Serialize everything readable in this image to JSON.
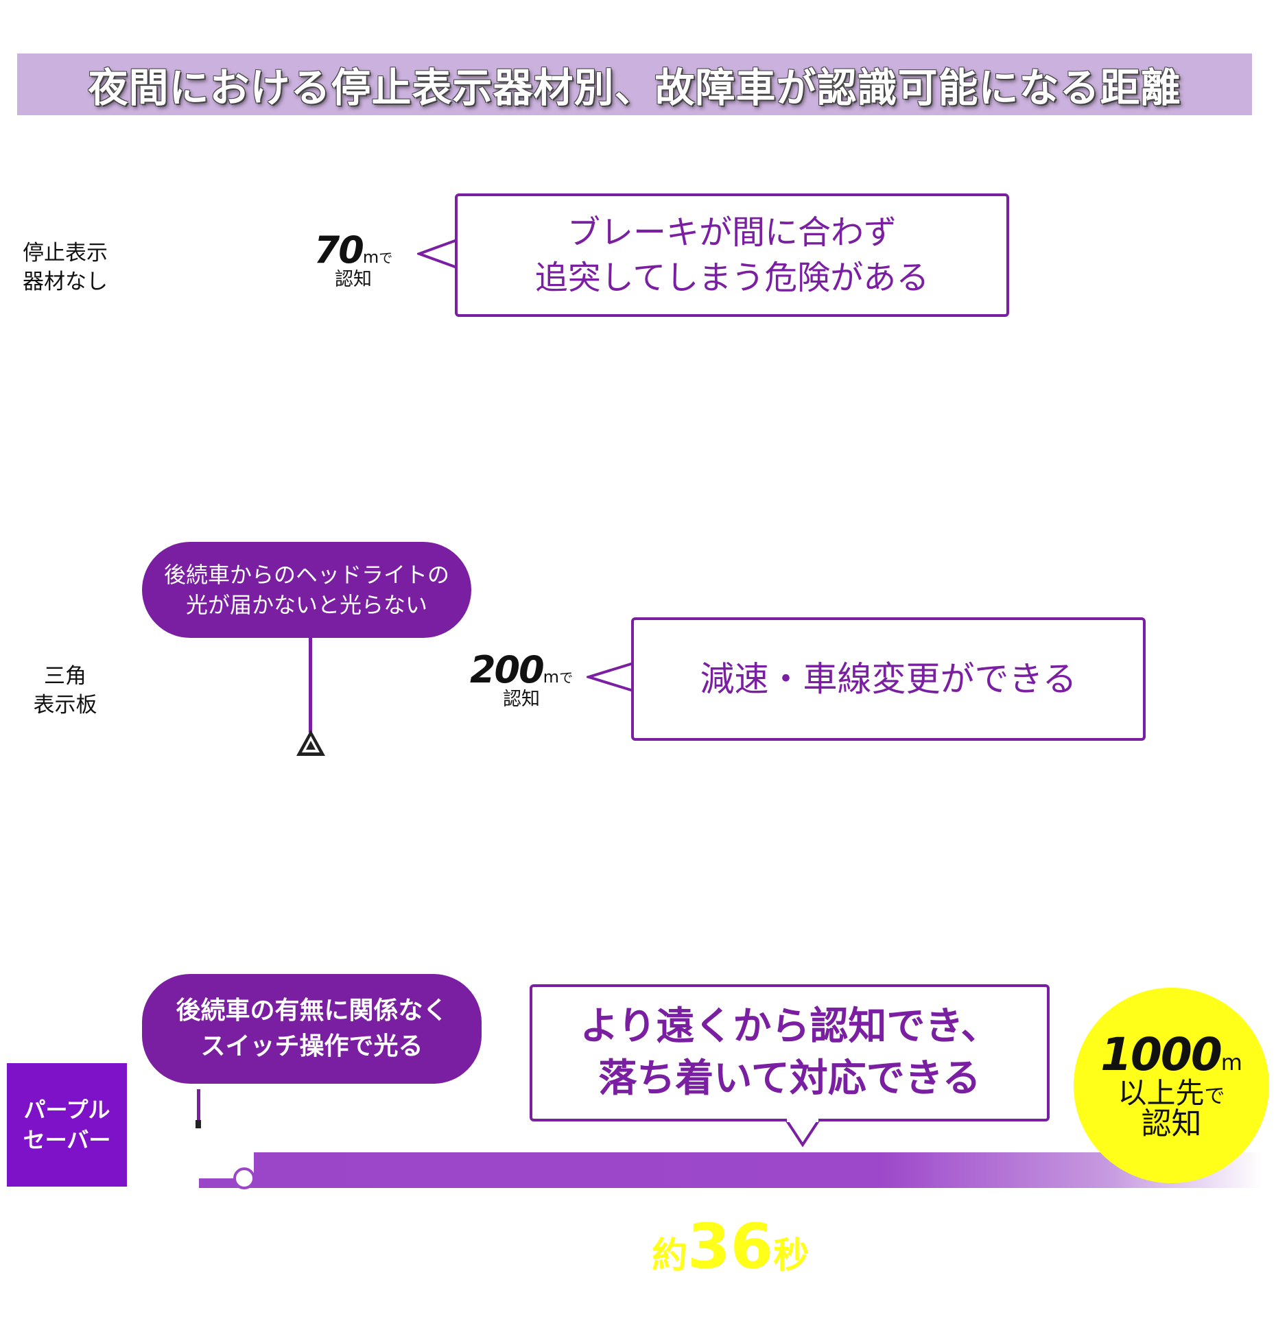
{
  "title": "夜間における停止表示器材別、故障車が認識可能になる距離",
  "rows": [
    {
      "label_lines": [
        "停止表示",
        "器材なし"
      ],
      "distance": {
        "value": "70",
        "unit": "m",
        "suffix": "で",
        "recognize": "認知"
      },
      "callout_lines": [
        "ブレーキが間に合わず",
        "追突してしまう危険がある"
      ]
    },
    {
      "label_lines": [
        "三角",
        "表示板"
      ],
      "distance": {
        "value": "200",
        "unit": "m",
        "suffix": "で",
        "recognize": "認知"
      },
      "note_lines": [
        "後続車からのヘッドライトの",
        "光が届かないと光らない"
      ],
      "callout_lines": [
        "減速・車線変更ができる"
      ]
    },
    {
      "label_lines": [
        "パープル",
        "セーバー"
      ],
      "note_lines": [
        "後続車の有無に関係なく",
        "スイッチ操作で光る"
      ],
      "callout_lines": [
        "より遠くから認知でき、",
        "落ち着いて対応できる"
      ],
      "distance": {
        "value": "1000",
        "unit": "m",
        "line2": "以上先",
        "suffix": "で",
        "recognize": "認知"
      },
      "time": {
        "prefix": "約",
        "value": "36",
        "suffix": "秒"
      }
    }
  ],
  "colors": {
    "accent": "#7a1fa2",
    "badge": "#7d12c8",
    "title_band": "#cbb1dd",
    "highlight": "#ffff1a"
  },
  "icons": [
    "warning-triangle-icon",
    "speech-tail"
  ]
}
